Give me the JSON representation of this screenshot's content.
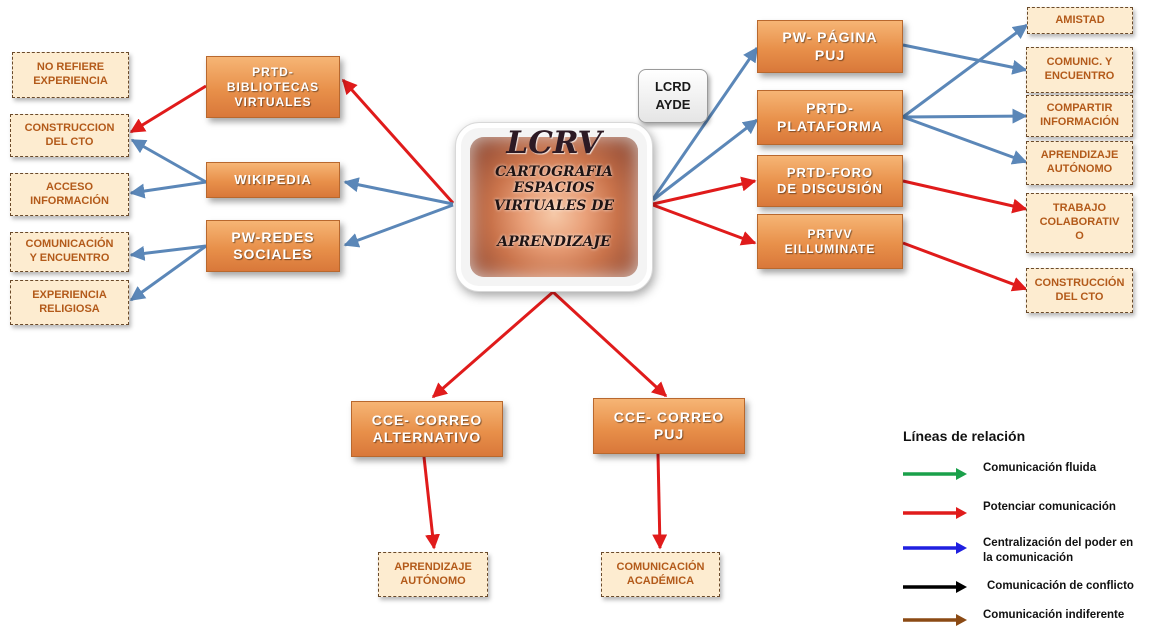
{
  "center": {
    "title": "LCRV",
    "line1": "CARTOGRAFIA",
    "line2": "ESPACIOS",
    "line3": "VIRTUALES DE",
    "line4": "APRENDIZAJE"
  },
  "lcrd": {
    "label": "LCRD\nAYDE"
  },
  "left_nodes": {
    "bibliotecas": "PRTD-\nBIBLIOTECAS\nVIRTUALES",
    "wikipedia": "WIKIPEDIA",
    "redes": "PW-REDES\nSOCIALES"
  },
  "left_leaves": {
    "no_refiere": "NO REFIERE\nEXPERIENCIA",
    "construccion": "CONSTRUCCION\nDEL CTO",
    "acceso": "ACCESO\nINFORMACIÓN",
    "comunicacion": "COMUNICACIÓN\nY ENCUENTRO",
    "religiosa": "EXPERIENCIA\nRELIGIOSA"
  },
  "right_nodes": {
    "pagina": "PW- PÁGINA\nPUJ",
    "plataforma": "PRTD-\nPLATAFORMA",
    "foro": "PRTD-FORO\nDE DISCUSIÓN",
    "eilluminate": "PRTVV\nEILLUMINATE"
  },
  "right_leaves": {
    "amistad": "AMISTAD",
    "comunic": "COMUNIC. Y\nENCUENTRO",
    "compartir": "COMPARTIR\nINFORMACIÓN",
    "aprendizaje": "APRENDIZAJE\nAUTÓNOMO",
    "trabajo": "TRABAJO\nCOLABORATIV\nO",
    "construccion": "CONSTRUCCIÓN\nDEL CTO"
  },
  "bottom_nodes": {
    "alternativo": "CCE- CORREO\nALTERNATIVO",
    "puj": "CCE- CORREO\nPUJ"
  },
  "bottom_leaves": {
    "aprendizaje": "APRENDIZAJE\nAUTÓNOMO",
    "academica": "COMUNICACIÓN\nACADÉMICA"
  },
  "legend": {
    "title": "Líneas de relación",
    "items": [
      {
        "label": "Comunicación fluida",
        "color": "#1aa04a"
      },
      {
        "label": "Potenciar comunicación",
        "color": "#e01b1b"
      },
      {
        "label": "Centralización del poder en\nla comunicación",
        "color": "#1f1fe0"
      },
      {
        "label": "Comunicación de conflicto",
        "color": "#000000"
      },
      {
        "label": "Comunicación indiferente",
        "color": "#8b4a14"
      }
    ]
  },
  "colors": {
    "blue_edge": "#5b87b8",
    "red_edge": "#e01b1b"
  }
}
